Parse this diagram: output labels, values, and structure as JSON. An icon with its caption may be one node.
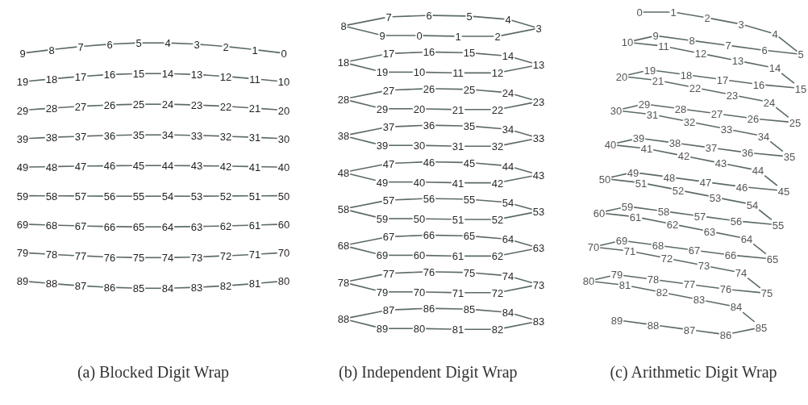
{
  "diagram": {
    "nodes": [
      {
        "text": [
          "0"
        ]
      },
      {
        "text": [
          "1"
        ]
      },
      {
        "text": [
          "2"
        ]
      },
      {
        "text": [
          "3"
        ]
      },
      {
        "text": [
          "4"
        ]
      },
      {
        "text": [
          "5"
        ]
      },
      {
        "text": [
          "6"
        ]
      },
      {
        "text": [
          "7"
        ]
      },
      {
        "text": [
          "8"
        ]
      },
      {
        "text": [
          "9"
        ]
      },
      {
        "text": [
          "10"
        ]
      },
      {
        "text": [
          "11"
        ]
      },
      {
        "text": [
          "12"
        ]
      },
      {
        "text": [
          "13"
        ]
      },
      {
        "text": [
          "14"
        ]
      },
      {
        "text": [
          "15"
        ]
      },
      {
        "text": [
          "16"
        ]
      },
      {
        "text": [
          "17"
        ]
      },
      {
        "text": [
          "18"
        ]
      },
      {
        "text": [
          "19"
        ]
      },
      {
        "text": [
          "20"
        ]
      },
      {
        "text": [
          "21"
        ]
      },
      {
        "text": [
          "22"
        ]
      },
      {
        "text": [
          "23"
        ]
      },
      {
        "text": [
          "24"
        ]
      },
      {
        "text": [
          "25"
        ]
      },
      {
        "text": [
          "26"
        ]
      },
      {
        "text": [
          "27"
        ]
      },
      {
        "text": [
          "28"
        ]
      },
      {
        "text": [
          "29"
        ]
      },
      {
        "text": [
          "30"
        ]
      },
      {
        "text": [
          "31"
        ]
      },
      {
        "text": [
          "32"
        ]
      },
      {
        "text": [
          "33"
        ]
      },
      {
        "text": [
          "34"
        ]
      },
      {
        "text": [
          "35"
        ]
      },
      {
        "text": [
          "36"
        ]
      },
      {
        "text": [
          "37"
        ]
      },
      {
        "text": [
          "38"
        ]
      },
      {
        "text": [
          "39"
        ]
      },
      {
        "text": [
          "40"
        ]
      },
      {
        "text": [
          "41"
        ]
      },
      {
        "text": [
          "42"
        ]
      },
      {
        "text": [
          "43"
        ]
      },
      {
        "text": [
          "44"
        ]
      },
      {
        "text": [
          "45"
        ]
      },
      {
        "text": [
          "46"
        ]
      },
      {
        "text": [
          "47"
        ]
      },
      {
        "text": [
          "48"
        ]
      },
      {
        "text": [
          "49"
        ]
      },
      {
        "text": [
          "50"
        ]
      },
      {
        "text": [
          "51"
        ]
      },
      {
        "text": [
          "52"
        ]
      },
      {
        "text": [
          "53"
        ]
      },
      {
        "text": [
          "54"
        ]
      },
      {
        "text": [
          "55"
        ]
      },
      {
        "text": [
          "56"
        ]
      },
      {
        "text": [
          "57"
        ]
      },
      {
        "text": [
          "58"
        ]
      },
      {
        "text": [
          "59"
        ]
      },
      {
        "text": [
          "60"
        ]
      },
      {
        "text": [
          "61"
        ]
      },
      {
        "text": [
          "62"
        ]
      },
      {
        "text": [
          "63"
        ]
      },
      {
        "text": [
          "64"
        ]
      },
      {
        "text": [
          "65"
        ]
      },
      {
        "text": [
          "66"
        ]
      },
      {
        "text": [
          "67"
        ]
      },
      {
        "text": [
          "68"
        ]
      },
      {
        "text": [
          "69"
        ]
      },
      {
        "text": [
          "70"
        ]
      },
      {
        "text": [
          "71"
        ]
      },
      {
        "text": [
          "72"
        ]
      },
      {
        "text": [
          "73"
        ]
      },
      {
        "text": [
          "74"
        ]
      },
      {
        "text": [
          "75"
        ]
      },
      {
        "text": [
          "76"
        ]
      },
      {
        "text": [
          "77"
        ]
      },
      {
        "text": [
          "78"
        ]
      },
      {
        "text": [
          "79"
        ]
      },
      {
        "text": [
          "80"
        ]
      },
      {
        "text": [
          "81"
        ]
      },
      {
        "text": [
          "82"
        ]
      },
      {
        "text": [
          "83"
        ]
      },
      {
        "text": [
          "84"
        ]
      },
      {
        "text": [
          "85"
        ]
      },
      {
        "text": [
          "86"
        ]
      },
      {
        "text": [
          "87"
        ]
      },
      {
        "text": [
          "88"
        ]
      },
      {
        "text": [
          "89"
        ]
      },
      {
        "text": [
          "0"
        ]
      },
      {
        "text": [
          "1"
        ]
      },
      {
        "text": [
          "2"
        ]
      },
      {
        "text": [
          "3"
        ]
      },
      {
        "text": [
          "4"
        ]
      },
      {
        "text": [
          "5"
        ]
      },
      {
        "text": [
          "6"
        ]
      },
      {
        "text": [
          "7"
        ]
      },
      {
        "text": [
          "8"
        ]
      },
      {
        "text": [
          "9"
        ]
      },
      {
        "text": [
          "10"
        ]
      },
      {
        "text": [
          "11"
        ]
      },
      {
        "text": [
          "12"
        ]
      },
      {
        "text": [
          "13"
        ]
      },
      {
        "text": [
          "14"
        ]
      },
      {
        "text": [
          "15"
        ]
      },
      {
        "text": [
          "16"
        ]
      },
      {
        "text": [
          "17"
        ]
      },
      {
        "text": [
          "18"
        ]
      },
      {
        "text": [
          "19"
        ]
      },
      {
        "text": [
          "20"
        ]
      },
      {
        "text": [
          "21"
        ]
      },
      {
        "text": [
          "22"
        ]
      },
      {
        "text": [
          "23"
        ]
      },
      {
        "text": [
          "24"
        ]
      },
      {
        "text": [
          "25"
        ]
      },
      {
        "text": [
          "26"
        ]
      },
      {
        "text": [
          "27"
        ]
      },
      {
        "text": [
          "28"
        ]
      },
      {
        "text": [
          "29"
        ]
      },
      {
        "text": [
          "30"
        ]
      },
      {
        "text": [
          "31"
        ]
      },
      {
        "text": [
          "32"
        ]
      },
      {
        "text": [
          "33"
        ]
      },
      {
        "text": [
          "34"
        ]
      },
      {
        "text": [
          "35"
        ]
      },
      {
        "text": [
          "36"
        ]
      },
      {
        "text": [
          "37"
        ]
      },
      {
        "text": [
          "38"
        ]
      },
      {
        "text": [
          "39"
        ]
      },
      {
        "text": [
          "40"
        ]
      },
      {
        "text": [
          "41"
        ]
      },
      {
        "text": [
          "42"
        ]
      },
      {
        "text": [
          "43"
        ]
      },
      {
        "text": [
          "44"
        ]
      },
      {
        "text": [
          "45"
        ]
      },
      {
        "text": [
          "46"
        ]
      },
      {
        "text": [
          "47"
        ]
      },
      {
        "text": [
          "48"
        ]
      },
      {
        "text": [
          "49"
        ]
      },
      {
        "text": [
          "50"
        ]
      },
      {
        "text": [
          "51"
        ]
      },
      {
        "text": [
          "52"
        ]
      },
      {
        "text": [
          "53"
        ]
      },
      {
        "text": [
          "54"
        ]
      },
      {
        "text": [
          "55"
        ]
      },
      {
        "text": [
          "56"
        ]
      },
      {
        "text": [
          "57"
        ]
      },
      {
        "text": [
          "58"
        ]
      },
      {
        "text": [
          "59"
        ]
      },
      {
        "text": [
          "60"
        ]
      },
      {
        "text": [
          "61"
        ]
      },
      {
        "text": [
          "62"
        ]
      },
      {
        "text": [
          "63"
        ]
      },
      {
        "text": [
          "64"
        ]
      },
      {
        "text": [
          "65"
        ]
      },
      {
        "text": [
          "66"
        ]
      },
      {
        "text": [
          "67"
        ]
      },
      {
        "text": [
          "68"
        ]
      },
      {
        "text": [
          "69"
        ]
      },
      {
        "text": [
          "70"
        ]
      },
      {
        "text": [
          "71"
        ]
      },
      {
        "text": [
          "72"
        ]
      },
      {
        "text": [
          "73"
        ]
      },
      {
        "text": [
          "74"
        ]
      },
      {
        "text": [
          "75"
        ]
      },
      {
        "text": [
          "76"
        ]
      },
      {
        "text": [
          "77"
        ]
      },
      {
        "text": [
          "78"
        ]
      },
      {
        "text": [
          "79"
        ]
      },
      {
        "text": [
          "80"
        ]
      },
      {
        "text": [
          "81"
        ]
      },
      {
        "text": [
          "82"
        ]
      },
      {
        "text": [
          "83"
        ]
      },
      {
        "text": [
          "84"
        ]
      },
      {
        "text": [
          "85"
        ]
      },
      {
        "text": [
          "86"
        ]
      },
      {
        "text": [
          "87"
        ]
      },
      {
        "text": [
          "88"
        ]
      },
      {
        "text": [
          "89"
        ]
      },
      {
        "text": [
          "0"
        ]
      },
      {
        "text": [
          "1"
        ]
      },
      {
        "text": [
          "2"
        ]
      },
      {
        "text": [
          "3"
        ]
      },
      {
        "text": [
          "4"
        ]
      },
      {
        "text": [
          "5"
        ]
      },
      {
        "text": [
          "6"
        ]
      },
      {
        "text": [
          "7"
        ]
      },
      {
        "text": [
          "8"
        ]
      },
      {
        "text": [
          "9"
        ]
      },
      {
        "text": [
          "10"
        ]
      },
      {
        "text": [
          "11"
        ]
      },
      {
        "text": [
          "12"
        ]
      },
      {
        "text": [
          "13"
        ]
      },
      {
        "text": [
          "14"
        ]
      },
      {
        "text": [
          "15"
        ]
      },
      {
        "text": [
          "16"
        ]
      },
      {
        "text": [
          "17"
        ]
      },
      {
        "text": [
          "18"
        ]
      },
      {
        "text": [
          "19"
        ]
      },
      {
        "text": [
          "20"
        ]
      },
      {
        "text": [
          "21"
        ]
      },
      {
        "text": [
          "22"
        ]
      },
      {
        "text": [
          "23"
        ]
      },
      {
        "text": [
          "24"
        ]
      },
      {
        "text": [
          "25"
        ]
      },
      {
        "text": [
          "26"
        ]
      },
      {
        "text": [
          "27"
        ]
      },
      {
        "text": [
          "28"
        ]
      },
      {
        "text": [
          "29"
        ]
      },
      {
        "text": [
          "30"
        ]
      },
      {
        "text": [
          "31"
        ]
      },
      {
        "text": [
          "32"
        ]
      },
      {
        "text": [
          "33"
        ]
      },
      {
        "text": [
          "34"
        ]
      },
      {
        "text": [
          "35"
        ]
      },
      {
        "text": [
          "36"
        ]
      },
      {
        "text": [
          "37"
        ]
      },
      {
        "text": [
          "38"
        ]
      },
      {
        "text": [
          "39"
        ]
      },
      {
        "text": [
          "40"
        ]
      },
      {
        "text": [
          "41"
        ]
      },
      {
        "text": [
          "42"
        ]
      },
      {
        "text": [
          "43"
        ]
      },
      {
        "text": [
          "44"
        ]
      },
      {
        "text": [
          "45"
        ]
      },
      {
        "text": [
          "46"
        ]
      },
      {
        "text": [
          "47"
        ]
      },
      {
        "text": [
          "48"
        ]
      },
      {
        "text": [
          "49"
        ]
      },
      {
        "text": [
          "50"
        ]
      },
      {
        "text": [
          "51"
        ]
      },
      {
        "text": [
          "52"
        ]
      },
      {
        "text": [
          "53"
        ]
      },
      {
        "text": [
          "54"
        ]
      },
      {
        "text": [
          "55"
        ]
      },
      {
        "text": [
          "56"
        ]
      },
      {
        "text": [
          "57"
        ]
      },
      {
        "text": [
          "58"
        ]
      },
      {
        "text": [
          "59"
        ]
      },
      {
        "text": [
          "60"
        ]
      },
      {
        "text": [
          "61"
        ]
      },
      {
        "text": [
          "62"
        ]
      },
      {
        "text": [
          "63"
        ]
      },
      {
        "text": [
          "64"
        ]
      },
      {
        "text": [
          "65"
        ]
      },
      {
        "text": [
          "66"
        ]
      },
      {
        "text": [
          "67"
        ]
      },
      {
        "text": [
          "68"
        ]
      },
      {
        "text": [
          "69"
        ]
      },
      {
        "text": [
          "70"
        ]
      },
      {
        "text": [
          "71"
        ]
      },
      {
        "text": [
          "72"
        ]
      },
      {
        "text": [
          "73"
        ]
      },
      {
        "text": [
          "74"
        ]
      },
      {
        "text": [
          "75"
        ]
      },
      {
        "text": [
          "76"
        ]
      },
      {
        "text": [
          "77"
        ]
      },
      {
        "text": [
          "78"
        ]
      },
      {
        "text": [
          "79"
        ]
      },
      {
        "text": [
          "80"
        ]
      },
      {
        "text": [
          "81"
        ]
      },
      {
        "text": [
          "82"
        ]
      },
      {
        "text": [
          "83"
        ]
      },
      {
        "text": [
          "84"
        ]
      },
      {
        "text": [
          "85"
        ]
      },
      {
        "text": [
          "86"
        ]
      },
      {
        "text": [
          "87"
        ]
      },
      {
        "text": [
          "88"
        ]
      },
      {
        "text": [
          "89"
        ]
      }
    ],
    "edges": [
      {
        "from": 0,
        "to": 1,
        "arrow": "none"
      },
      {
        "from": 1,
        "to": 2,
        "arrow": "none"
      },
      {
        "from": 2,
        "to": 3,
        "arrow": "none"
      },
      {
        "from": 3,
        "to": 4,
        "arrow": "none"
      },
      {
        "from": 4,
        "to": 5,
        "arrow": "none"
      },
      {
        "from": 5,
        "to": 6,
        "arrow": "none"
      },
      {
        "from": 6,
        "to": 7,
        "arrow": "none"
      },
      {
        "from": 7,
        "to": 8,
        "arrow": "none"
      },
      {
        "from": 8,
        "to": 9,
        "arrow": "none"
      },
      {
        "from": 10,
        "to": 11,
        "arrow": "none"
      },
      {
        "from": 11,
        "to": 12,
        "arrow": "none"
      },
      {
        "from": 12,
        "to": 13,
        "arrow": "none"
      },
      {
        "from": 13,
        "to": 14,
        "arrow": "none"
      },
      {
        "from": 14,
        "to": 15,
        "arrow": "none"
      },
      {
        "from": 15,
        "to": 16,
        "arrow": "none"
      },
      {
        "from": 16,
        "to": 17,
        "arrow": "none"
      },
      {
        "from": 17,
        "to": 18,
        "arrow": "none"
      },
      {
        "from": 18,
        "to": 19,
        "arrow": "none"
      },
      {
        "from": 20,
        "to": 21,
        "arrow": "none"
      },
      {
        "from": 21,
        "to": 22,
        "arrow": "none"
      },
      {
        "from": 22,
        "to": 23,
        "arrow": "none"
      },
      {
        "from": 23,
        "to": 24,
        "arrow": "none"
      },
      {
        "from": 24,
        "to": 25,
        "arrow": "none"
      },
      {
        "from": 25,
        "to": 26,
        "arrow": "none"
      },
      {
        "from": 26,
        "to": 27,
        "arrow": "none"
      },
      {
        "from": 27,
        "to": 28,
        "arrow": "none"
      },
      {
        "from": 28,
        "to": 29,
        "arrow": "none"
      },
      {
        "from": 30,
        "to": 31,
        "arrow": "none"
      },
      {
        "from": 31,
        "to": 32,
        "arrow": "none"
      },
      {
        "from": 32,
        "to": 33,
        "arrow": "none"
      },
      {
        "from": 33,
        "to": 34,
        "arrow": "none"
      },
      {
        "from": 34,
        "to": 35,
        "arrow": "none"
      },
      {
        "from": 35,
        "to": 36,
        "arrow": "none"
      },
      {
        "from": 36,
        "to": 37,
        "arrow": "none"
      },
      {
        "from": 37,
        "to": 38,
        "arrow": "none"
      },
      {
        "from": 38,
        "to": 39,
        "arrow": "none"
      },
      {
        "from": 40,
        "to": 41,
        "arrow": "none"
      },
      {
        "from": 41,
        "to": 42,
        "arrow": "none"
      },
      {
        "from": 42,
        "to": 43,
        "arrow": "none"
      },
      {
        "from": 43,
        "to": 44,
        "arrow": "none"
      },
      {
        "from": 44,
        "to": 45,
        "arrow": "none"
      },
      {
        "from": 45,
        "to": 46,
        "arrow": "none"
      },
      {
        "from": 46,
        "to": 47,
        "arrow": "none"
      },
      {
        "from": 47,
        "to": 48,
        "arrow": "none"
      },
      {
        "from": 48,
        "to": 49,
        "arrow": "none"
      },
      {
        "from": 50,
        "to": 51,
        "arrow": "none"
      },
      {
        "from": 51,
        "to": 52,
        "arrow": "none"
      },
      {
        "from": 52,
        "to": 53,
        "arrow": "none"
      },
      {
        "from": 53,
        "to": 54,
        "arrow": "none"
      },
      {
        "from": 54,
        "to": 55,
        "arrow": "none"
      },
      {
        "from": 55,
        "to": 56,
        "arrow": "none"
      },
      {
        "from": 56,
        "to": 57,
        "arrow": "none"
      },
      {
        "from": 57,
        "to": 58,
        "arrow": "none"
      },
      {
        "from": 58,
        "to": 59,
        "arrow": "none"
      },
      {
        "from": 60,
        "to": 61,
        "arrow": "none"
      },
      {
        "from": 61,
        "to": 62,
        "arrow": "none"
      },
      {
        "from": 62,
        "to": 63,
        "arrow": "none"
      },
      {
        "from": 63,
        "to": 64,
        "arrow": "none"
      },
      {
        "from": 64,
        "to": 65,
        "arrow": "none"
      },
      {
        "from": 65,
        "to": 66,
        "arrow": "none"
      },
      {
        "from": 66,
        "to": 67,
        "arrow": "none"
      },
      {
        "from": 67,
        "to": 68,
        "arrow": "none"
      },
      {
        "from": 68,
        "to": 69,
        "arrow": "none"
      },
      {
        "from": 70,
        "to": 71,
        "arrow": "none"
      },
      {
        "from": 71,
        "to": 72,
        "arrow": "none"
      },
      {
        "from": 72,
        "to": 73,
        "arrow": "none"
      },
      {
        "from": 73,
        "to": 74,
        "arrow": "none"
      },
      {
        "from": 74,
        "to": 75,
        "arrow": "none"
      },
      {
        "from": 75,
        "to": 76,
        "arrow": "none"
      },
      {
        "from": 76,
        "to": 77,
        "arrow": "none"
      },
      {
        "from": 77,
        "to": 78,
        "arrow": "none"
      },
      {
        "from": 78,
        "to": 79,
        "arrow": "none"
      },
      {
        "from": 80,
        "to": 81,
        "arrow": "none"
      },
      {
        "from": 81,
        "to": 82,
        "arrow": "none"
      },
      {
        "from": 82,
        "to": 83,
        "arrow": "none"
      },
      {
        "from": 83,
        "to": 84,
        "arrow": "none"
      },
      {
        "from": 84,
        "to": 85,
        "arrow": "none"
      },
      {
        "from": 85,
        "to": 86,
        "arrow": "none"
      },
      {
        "from": 86,
        "to": 87,
        "arrow": "none"
      },
      {
        "from": 87,
        "to": 88,
        "arrow": "none"
      },
      {
        "from": 88,
        "to": 89,
        "arrow": "none"
      },
      {
        "from": 90,
        "to": 91,
        "arrow": "none"
      },
      {
        "from": 91,
        "to": 92,
        "arrow": "none"
      },
      {
        "from": 92,
        "to": 93,
        "arrow": "none"
      },
      {
        "from": 93,
        "to": 94,
        "arrow": "none"
      },
      {
        "from": 94,
        "to": 95,
        "arrow": "none"
      },
      {
        "from": 95,
        "to": 96,
        "arrow": "none"
      },
      {
        "from": 96,
        "to": 97,
        "arrow": "none"
      },
      {
        "from": 97,
        "to": 98,
        "arrow": "none"
      },
      {
        "from": 98,
        "to": 99,
        "arrow": "none"
      },
      {
        "from": 99,
        "to": 90,
        "arrow": "none"
      },
      {
        "from": 100,
        "to": 101,
        "arrow": "none"
      },
      {
        "from": 101,
        "to": 102,
        "arrow": "none"
      },
      {
        "from": 102,
        "to": 103,
        "arrow": "none"
      },
      {
        "from": 103,
        "to": 104,
        "arrow": "none"
      },
      {
        "from": 104,
        "to": 105,
        "arrow": "none"
      },
      {
        "from": 105,
        "to": 106,
        "arrow": "none"
      },
      {
        "from": 106,
        "to": 107,
        "arrow": "none"
      },
      {
        "from": 107,
        "to": 108,
        "arrow": "none"
      },
      {
        "from": 108,
        "to": 109,
        "arrow": "none"
      },
      {
        "from": 109,
        "to": 100,
        "arrow": "none"
      },
      {
        "from": 110,
        "to": 111,
        "arrow": "none"
      },
      {
        "from": 111,
        "to": 112,
        "arrow": "none"
      },
      {
        "from": 112,
        "to": 113,
        "arrow": "none"
      },
      {
        "from": 113,
        "to": 114,
        "arrow": "none"
      },
      {
        "from": 114,
        "to": 115,
        "arrow": "none"
      },
      {
        "from": 115,
        "to": 116,
        "arrow": "none"
      },
      {
        "from": 116,
        "to": 117,
        "arrow": "none"
      },
      {
        "from": 117,
        "to": 118,
        "arrow": "none"
      },
      {
        "from": 118,
        "to": 119,
        "arrow": "none"
      },
      {
        "from": 119,
        "to": 110,
        "arrow": "none"
      },
      {
        "from": 120,
        "to": 121,
        "arrow": "none"
      },
      {
        "from": 121,
        "to": 122,
        "arrow": "none"
      },
      {
        "from": 122,
        "to": 123,
        "arrow": "none"
      },
      {
        "from": 123,
        "to": 124,
        "arrow": "none"
      },
      {
        "from": 124,
        "to": 125,
        "arrow": "none"
      },
      {
        "from": 125,
        "to": 126,
        "arrow": "none"
      },
      {
        "from": 126,
        "to": 127,
        "arrow": "none"
      },
      {
        "from": 127,
        "to": 128,
        "arrow": "none"
      },
      {
        "from": 128,
        "to": 129,
        "arrow": "none"
      },
      {
        "from": 129,
        "to": 120,
        "arrow": "none"
      },
      {
        "from": 130,
        "to": 131,
        "arrow": "none"
      },
      {
        "from": 131,
        "to": 132,
        "arrow": "none"
      },
      {
        "from": 132,
        "to": 133,
        "arrow": "none"
      },
      {
        "from": 133,
        "to": 134,
        "arrow": "none"
      },
      {
        "from": 134,
        "to": 135,
        "arrow": "none"
      },
      {
        "from": 135,
        "to": 136,
        "arrow": "none"
      },
      {
        "from": 136,
        "to": 137,
        "arrow": "none"
      },
      {
        "from": 137,
        "to": 138,
        "arrow": "none"
      },
      {
        "from": 138,
        "to": 139,
        "arrow": "none"
      },
      {
        "from": 139,
        "to": 130,
        "arrow": "none"
      },
      {
        "from": 140,
        "to": 141,
        "arrow": "none"
      },
      {
        "from": 141,
        "to": 142,
        "arrow": "none"
      },
      {
        "from": 142,
        "to": 143,
        "arrow": "none"
      },
      {
        "from": 143,
        "to": 144,
        "arrow": "none"
      },
      {
        "from": 144,
        "to": 145,
        "arrow": "none"
      },
      {
        "from": 145,
        "to": 146,
        "arrow": "none"
      },
      {
        "from": 146,
        "to": 147,
        "arrow": "none"
      },
      {
        "from": 147,
        "to": 148,
        "arrow": "none"
      },
      {
        "from": 148,
        "to": 149,
        "arrow": "none"
      },
      {
        "from": 149,
        "to": 140,
        "arrow": "none"
      },
      {
        "from": 150,
        "to": 151,
        "arrow": "none"
      },
      {
        "from": 151,
        "to": 152,
        "arrow": "none"
      },
      {
        "from": 152,
        "to": 153,
        "arrow": "none"
      },
      {
        "from": 153,
        "to": 154,
        "arrow": "none"
      },
      {
        "from": 154,
        "to": 155,
        "arrow": "none"
      },
      {
        "from": 155,
        "to": 156,
        "arrow": "none"
      },
      {
        "from": 156,
        "to": 157,
        "arrow": "none"
      },
      {
        "from": 157,
        "to": 158,
        "arrow": "none"
      },
      {
        "from": 158,
        "to": 159,
        "arrow": "none"
      },
      {
        "from": 159,
        "to": 150,
        "arrow": "none"
      },
      {
        "from": 160,
        "to": 161,
        "arrow": "none"
      },
      {
        "from": 161,
        "to": 162,
        "arrow": "none"
      },
      {
        "from": 162,
        "to": 163,
        "arrow": "none"
      },
      {
        "from": 163,
        "to": 164,
        "arrow": "none"
      },
      {
        "from": 164,
        "to": 165,
        "arrow": "none"
      },
      {
        "from": 165,
        "to": 166,
        "arrow": "none"
      },
      {
        "from": 166,
        "to": 167,
        "arrow": "none"
      },
      {
        "from": 167,
        "to": 168,
        "arrow": "none"
      },
      {
        "from": 168,
        "to": 169,
        "arrow": "none"
      },
      {
        "from": 169,
        "to": 160,
        "arrow": "none"
      },
      {
        "from": 170,
        "to": 171,
        "arrow": "none"
      },
      {
        "from": 171,
        "to": 172,
        "arrow": "none"
      },
      {
        "from": 172,
        "to": 173,
        "arrow": "none"
      },
      {
        "from": 173,
        "to": 174,
        "arrow": "none"
      },
      {
        "from": 174,
        "to": 175,
        "arrow": "none"
      },
      {
        "from": 175,
        "to": 176,
        "arrow": "none"
      },
      {
        "from": 176,
        "to": 177,
        "arrow": "none"
      },
      {
        "from": 177,
        "to": 178,
        "arrow": "none"
      },
      {
        "from": 178,
        "to": 179,
        "arrow": "none"
      },
      {
        "from": 179,
        "to": 170,
        "arrow": "none"
      },
      {
        "from": 180,
        "to": 181,
        "arrow": "none"
      },
      {
        "from": 181,
        "to": 182,
        "arrow": "none"
      },
      {
        "from": 182,
        "to": 183,
        "arrow": "none"
      },
      {
        "from": 183,
        "to": 184,
        "arrow": "none"
      },
      {
        "from": 184,
        "to": 185,
        "arrow": "none"
      },
      {
        "from": 185,
        "to": 186,
        "arrow": "none"
      },
      {
        "from": 186,
        "to": 187,
        "arrow": "none"
      },
      {
        "from": 187,
        "to": 188,
        "arrow": "none"
      },
      {
        "from": 188,
        "to": 189,
        "arrow": "none"
      },
      {
        "from": 189,
        "to": 190,
        "arrow": "none"
      },
      {
        "from": 190,
        "to": 191,
        "arrow": "none"
      },
      {
        "from": 191,
        "to": 192,
        "arrow": "none"
      },
      {
        "from": 192,
        "to": 193,
        "arrow": "none"
      },
      {
        "from": 193,
        "to": 194,
        "arrow": "none"
      },
      {
        "from": 194,
        "to": 195,
        "arrow": "none"
      },
      {
        "from": 195,
        "to": 196,
        "arrow": "none"
      },
      {
        "from": 196,
        "to": 197,
        "arrow": "none"
      },
      {
        "from": 197,
        "to": 198,
        "arrow": "none"
      },
      {
        "from": 198,
        "to": 199,
        "arrow": "none"
      },
      {
        "from": 199,
        "to": 200,
        "arrow": "none"
      },
      {
        "from": 200,
        "to": 201,
        "arrow": "none"
      },
      {
        "from": 201,
        "to": 202,
        "arrow": "none"
      },
      {
        "from": 202,
        "to": 203,
        "arrow": "none"
      },
      {
        "from": 203,
        "to": 204,
        "arrow": "none"
      },
      {
        "from": 204,
        "to": 205,
        "arrow": "none"
      },
      {
        "from": 205,
        "to": 206,
        "arrow": "none"
      },
      {
        "from": 206,
        "to": 207,
        "arrow": "none"
      },
      {
        "from": 207,
        "to": 208,
        "arrow": "none"
      },
      {
        "from": 208,
        "to": 209,
        "arrow": "none"
      },
      {
        "from": 209,
        "to": 210,
        "arrow": "none"
      },
      {
        "from": 210,
        "to": 211,
        "arrow": "none"
      },
      {
        "from": 211,
        "to": 212,
        "arrow": "none"
      },
      {
        "from": 212,
        "to": 213,
        "arrow": "none"
      },
      {
        "from": 213,
        "to": 214,
        "arrow": "none"
      },
      {
        "from": 214,
        "to": 215,
        "arrow": "none"
      },
      {
        "from": 215,
        "to": 216,
        "arrow": "none"
      },
      {
        "from": 216,
        "to": 217,
        "arrow": "none"
      },
      {
        "from": 217,
        "to": 218,
        "arrow": "none"
      },
      {
        "from": 218,
        "to": 219,
        "arrow": "none"
      },
      {
        "from": 219,
        "to": 220,
        "arrow": "none"
      },
      {
        "from": 220,
        "to": 221,
        "arrow": "none"
      },
      {
        "from": 221,
        "to": 222,
        "arrow": "none"
      },
      {
        "from": 222,
        "to": 223,
        "arrow": "none"
      },
      {
        "from": 223,
        "to": 224,
        "arrow": "none"
      },
      {
        "from": 224,
        "to": 225,
        "arrow": "none"
      },
      {
        "from": 225,
        "to": 226,
        "arrow": "none"
      },
      {
        "from": 226,
        "to": 227,
        "arrow": "none"
      },
      {
        "from": 227,
        "to": 228,
        "arrow": "none"
      },
      {
        "from": 228,
        "to": 229,
        "arrow": "none"
      },
      {
        "from": 229,
        "to": 230,
        "arrow": "none"
      },
      {
        "from": 230,
        "to": 231,
        "arrow": "none"
      },
      {
        "from": 231,
        "to": 232,
        "arrow": "none"
      },
      {
        "from": 232,
        "to": 233,
        "arrow": "none"
      },
      {
        "from": 233,
        "to": 234,
        "arrow": "none"
      },
      {
        "from": 234,
        "to": 235,
        "arrow": "none"
      },
      {
        "from": 235,
        "to": 236,
        "arrow": "none"
      },
      {
        "from": 236,
        "to": 237,
        "arrow": "none"
      },
      {
        "from": 237,
        "to": 238,
        "arrow": "none"
      },
      {
        "from": 238,
        "to": 239,
        "arrow": "none"
      },
      {
        "from": 239,
        "to": 240,
        "arrow": "none"
      },
      {
        "from": 240,
        "to": 241,
        "arrow": "none"
      },
      {
        "from": 241,
        "to": 242,
        "arrow": "none"
      },
      {
        "from": 242,
        "to": 243,
        "arrow": "none"
      },
      {
        "from": 243,
        "to": 244,
        "arrow": "none"
      },
      {
        "from": 244,
        "to": 245,
        "arrow": "none"
      },
      {
        "from": 245,
        "to": 246,
        "arrow": "none"
      },
      {
        "from": 246,
        "to": 247,
        "arrow": "none"
      },
      {
        "from": 247,
        "to": 248,
        "arrow": "none"
      },
      {
        "from": 248,
        "to": 249,
        "arrow": "none"
      },
      {
        "from": 249,
        "to": 250,
        "arrow": "none"
      },
      {
        "from": 250,
        "to": 251,
        "arrow": "none"
      },
      {
        "from": 251,
        "to": 252,
        "arrow": "none"
      },
      {
        "from": 252,
        "to": 253,
        "arrow": "none"
      },
      {
        "from": 253,
        "to": 254,
        "arrow": "none"
      },
      {
        "from": 254,
        "to": 255,
        "arrow": "none"
      },
      {
        "from": 255,
        "to": 256,
        "arrow": "none"
      },
      {
        "from": 256,
        "to": 257,
        "arrow": "none"
      },
      {
        "from": 257,
        "to": 258,
        "arrow": "none"
      },
      {
        "from": 258,
        "to": 259,
        "arrow": "none"
      },
      {
        "from": 259,
        "to": 260,
        "arrow": "none"
      },
      {
        "from": 260,
        "to": 261,
        "arrow": "none"
      },
      {
        "from": 261,
        "to": 262,
        "arrow": "none"
      },
      {
        "from": 262,
        "to": 263,
        "arrow": "none"
      },
      {
        "from": 263,
        "to": 264,
        "arrow": "none"
      },
      {
        "from": 264,
        "to": 265,
        "arrow": "none"
      },
      {
        "from": 265,
        "to": 266,
        "arrow": "none"
      },
      {
        "from": 266,
        "to": 267,
        "arrow": "none"
      },
      {
        "from": 267,
        "to": 268,
        "arrow": "none"
      },
      {
        "from": 268,
        "to": 269,
        "arrow": "none"
      }
    ],
    "labels": [
      "(a) Blocked Digit Wrap",
      "(b) Independent Digit Wrap",
      "(c) Arithmetic Digit Wrap"
    ]
  }
}
